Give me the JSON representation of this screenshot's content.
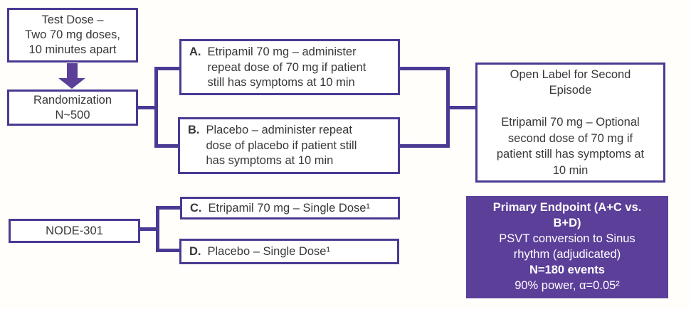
{
  "colors": {
    "line_purple": "#4a3a93",
    "fill_purple": "#5b3f99",
    "text_dark": "#383838",
    "endpoint_text": "#ffffff"
  },
  "flowchart": {
    "test_dose": "Test Dose –\nTwo 70 mg doses,\n10 minutes apart",
    "randomization": "Randomization\nN~500",
    "arm_a": {
      "label": "A.",
      "text": "Etripamil 70 mg – administer\nrepeat dose of 70 mg if patient\nstill has symptoms at 10 min"
    },
    "arm_b": {
      "label": "B.",
      "text": "Placebo – administer repeat\ndose of placebo if patient still\nhas symptoms at 10 min"
    },
    "open_label": "Open Label for Second\nEpisode\n\nEtripamil 70 mg – Optional\nsecond dose of 70 mg if\npatient still has symptoms at\n10 min",
    "node_301": "NODE-301",
    "arm_c": {
      "label": "C.",
      "text": "Etripamil 70 mg – Single Dose¹"
    },
    "arm_d": {
      "label": "D.",
      "text": "Placebo – Single Dose¹"
    },
    "endpoint": {
      "title": "Primary Endpoint (A+C vs.\nB+D)",
      "detail": "PSVT conversion to Sinus\nrhythm (adjudicated)",
      "events": "N=180 events",
      "power": "90% power, α=0.05²"
    }
  }
}
